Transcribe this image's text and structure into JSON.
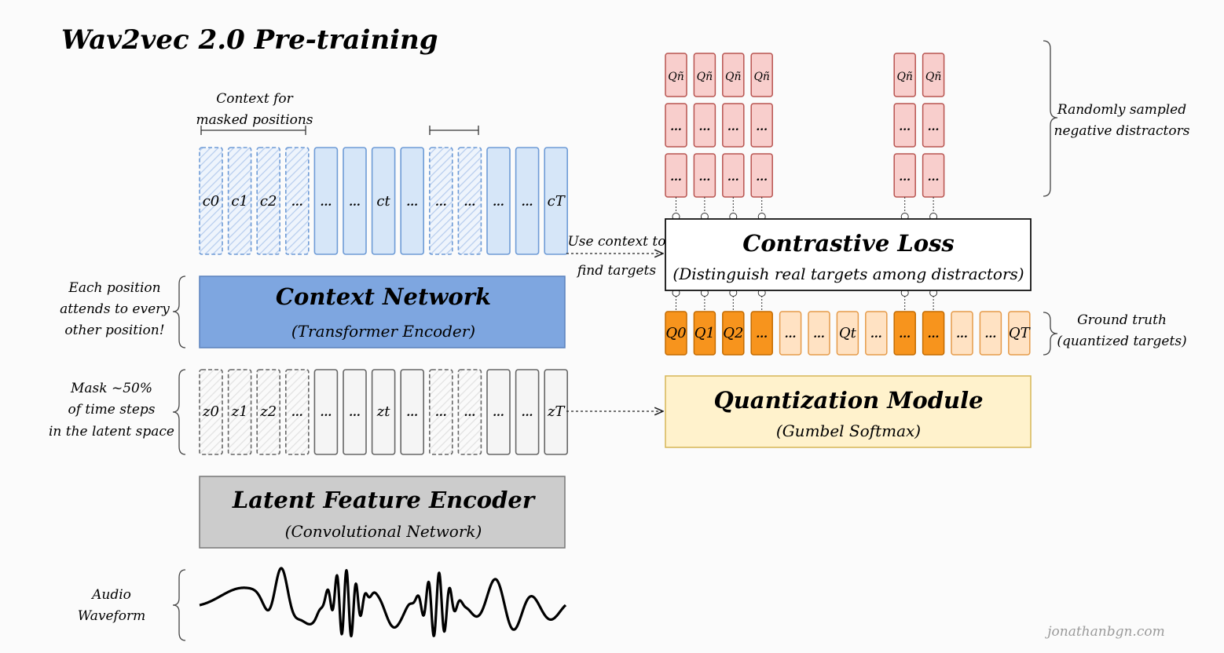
{
  "title": "Wav2vec 2.0 Pre-training",
  "watermark": "jonathanbgn.com",
  "colors": {
    "context_fill": "#d6e6f8",
    "context_stroke": "#6e9bd6",
    "context_network_fill": "#7ea6e0",
    "context_network_stroke": "#5b82bd",
    "latent_fill": "#f5f5f5",
    "latent_stroke": "#666666",
    "encoder_fill": "#cccccc",
    "encoder_stroke": "#777777",
    "quant_module_fill": "#fff2cc",
    "quant_module_stroke": "#d6b656",
    "q_dark_fill": "#f7941d",
    "q_dark_stroke": "#c46b00",
    "q_light_fill": "#ffe2c3",
    "q_light_stroke": "#e59b4a",
    "neg_fill": "#f8cecc",
    "neg_stroke": "#b85450",
    "loss_fill": "#ffffff",
    "loss_stroke": "#111111"
  },
  "context_network": {
    "title": "Context Network",
    "subtitle": "(Transformer Encoder)"
  },
  "latent_encoder": {
    "title": "Latent Feature Encoder",
    "subtitle": "(Convolutional Network)"
  },
  "quantization_module": {
    "title": "Quantization Module",
    "subtitle": "(Gumbel Softmax)"
  },
  "contrastive_loss": {
    "title": "Contrastive Loss",
    "subtitle": "(Distinguish real targets among distractors)"
  },
  "annotations": {
    "context_for_masked_line1": "Context for",
    "context_for_masked_line2": "masked positions",
    "each_position_line1": "Each position",
    "each_position_line2": "attends to every",
    "each_position_line3": "other position!",
    "mask_line1": "Mask ~50%",
    "mask_line2": "of time steps",
    "mask_line3": "in the latent space",
    "audio_line1": "Audio",
    "audio_line2": "Waveform",
    "use_context_line1": "Use context to",
    "use_context_line2": "find targets",
    "negatives_line1": "Randomly sampled",
    "negatives_line2": "negative distractors",
    "ground_truth_line1": "Ground truth",
    "ground_truth_line2": "(quantized targets)"
  },
  "context_cells": [
    {
      "label": "c0",
      "masked": true
    },
    {
      "label": "c1",
      "masked": true
    },
    {
      "label": "c2",
      "masked": true
    },
    {
      "label": "...",
      "masked": true
    },
    {
      "label": "...",
      "masked": false
    },
    {
      "label": "...",
      "masked": false
    },
    {
      "label": "ct",
      "masked": false
    },
    {
      "label": "...",
      "masked": false
    },
    {
      "label": "...",
      "masked": true
    },
    {
      "label": "...",
      "masked": true
    },
    {
      "label": "...",
      "masked": false
    },
    {
      "label": "...",
      "masked": false
    },
    {
      "label": "cT",
      "masked": false
    }
  ],
  "latent_cells": [
    {
      "label": "z0",
      "masked": true
    },
    {
      "label": "z1",
      "masked": true
    },
    {
      "label": "z2",
      "masked": true
    },
    {
      "label": "...",
      "masked": true
    },
    {
      "label": "...",
      "masked": false
    },
    {
      "label": "...",
      "masked": false
    },
    {
      "label": "zt",
      "masked": false
    },
    {
      "label": "...",
      "masked": false
    },
    {
      "label": "...",
      "masked": true
    },
    {
      "label": "...",
      "masked": true
    },
    {
      "label": "...",
      "masked": false
    },
    {
      "label": "...",
      "masked": false
    },
    {
      "label": "zT",
      "masked": false
    }
  ],
  "quantized_cells": [
    {
      "label": "Q0",
      "dark": true
    },
    {
      "label": "Q1",
      "dark": true
    },
    {
      "label": "Q2",
      "dark": true
    },
    {
      "label": "...",
      "dark": true
    },
    {
      "label": "...",
      "dark": false
    },
    {
      "label": "...",
      "dark": false
    },
    {
      "label": "Qt",
      "dark": false
    },
    {
      "label": "...",
      "dark": false
    },
    {
      "label": "...",
      "dark": true
    },
    {
      "label": "...",
      "dark": true
    },
    {
      "label": "...",
      "dark": false
    },
    {
      "label": "...",
      "dark": false
    },
    {
      "label": "QT",
      "dark": false
    }
  ],
  "negative_rows": [
    [
      "Qñ",
      "Qñ",
      "Qñ",
      "Qñ",
      "Qñ",
      "Qñ"
    ],
    [
      "...",
      "...",
      "...",
      "...",
      "...",
      "..."
    ],
    [
      "...",
      "...",
      "...",
      "...",
      "...",
      "..."
    ]
  ]
}
